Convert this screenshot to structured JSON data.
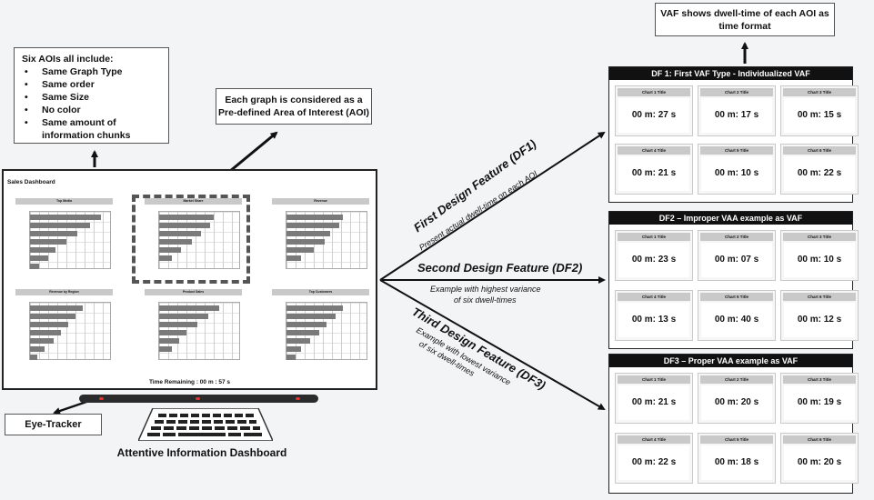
{
  "aoi_note": {
    "heading": "Six AOIs all include:",
    "items": [
      "Same Graph Type",
      "Same order",
      "Same Size",
      "No color",
      "Same amount of information chunks"
    ]
  },
  "each_graph_note": "Each graph is considered as a Pre-defined Area of Interest (AOI)",
  "vaf_note": "VAF shows  dwell-time of each AOI as time format",
  "monitor": {
    "title": "Sales Dashboard",
    "time_remaining": "Time Remaining :  00 m : 57 s",
    "charts": [
      {
        "title": "Top Media"
      },
      {
        "title": "Market Share"
      },
      {
        "title": "Revenue"
      },
      {
        "title": "Revenue by Region"
      },
      {
        "title": "Product Sales"
      },
      {
        "title": "Top Customers"
      }
    ]
  },
  "eye_tracker_label": "Eye-Tracker",
  "dashboard_caption": "Attentive Information Dashboard",
  "features": {
    "df1": {
      "title": "First Design Feature (DF1)",
      "sub": "Present actual dwell-time  on each AOI"
    },
    "df2": {
      "title": "Second Design Feature (DF2)",
      "sub1": "Example with highest variance",
      "sub2": "of six dwell-times"
    },
    "df3": {
      "title": "Third Design Feature (DF3)",
      "sub1": "Example  with lowest variance",
      "sub2": "of six dwell-times"
    }
  },
  "panels": [
    {
      "header": "DF 1: First VAF Type - Individualized VAF",
      "cells": [
        {
          "title": "Chart 1 Title",
          "time": "00 m: 27 s"
        },
        {
          "title": "Chart 2 Title",
          "time": "00 m: 17 s"
        },
        {
          "title": "Chart 3 Title",
          "time": "00 m: 15 s"
        },
        {
          "title": "Chart 4 Title",
          "time": "00 m: 21 s"
        },
        {
          "title": "Chart 5 Title",
          "time": "00 m: 10 s"
        },
        {
          "title": "Chart 6 Title",
          "time": "00 m: 22 s"
        }
      ]
    },
    {
      "header": "DF2 – Improper VAA example as VAF",
      "cells": [
        {
          "title": "Chart 1 Title",
          "time": "00 m: 23 s"
        },
        {
          "title": "Chart 2 Title",
          "time": "00 m: 07 s"
        },
        {
          "title": "Chart 3 Title",
          "time": "00 m: 10 s"
        },
        {
          "title": "Chart 4 Title",
          "time": "00 m: 13 s"
        },
        {
          "title": "Chart 5 Title",
          "time": "00 m: 40 s"
        },
        {
          "title": "Chart 6 Title",
          "time": "00 m: 12 s"
        }
      ]
    },
    {
      "header": "DF3 – Proper VAA example as VAF",
      "cells": [
        {
          "title": "Chart 1 Title",
          "time": "00 m: 21 s"
        },
        {
          "title": "Chart 2 Title",
          "time": "00 m: 20 s"
        },
        {
          "title": "Chart 3 Title",
          "time": "00 m: 19 s"
        },
        {
          "title": "Chart 4 Title",
          "time": "00 m: 22 s"
        },
        {
          "title": "Chart 5 Title",
          "time": "00 m: 18 s"
        },
        {
          "title": "Chart 6 Title",
          "time": "00 m: 20 s"
        }
      ]
    }
  ]
}
